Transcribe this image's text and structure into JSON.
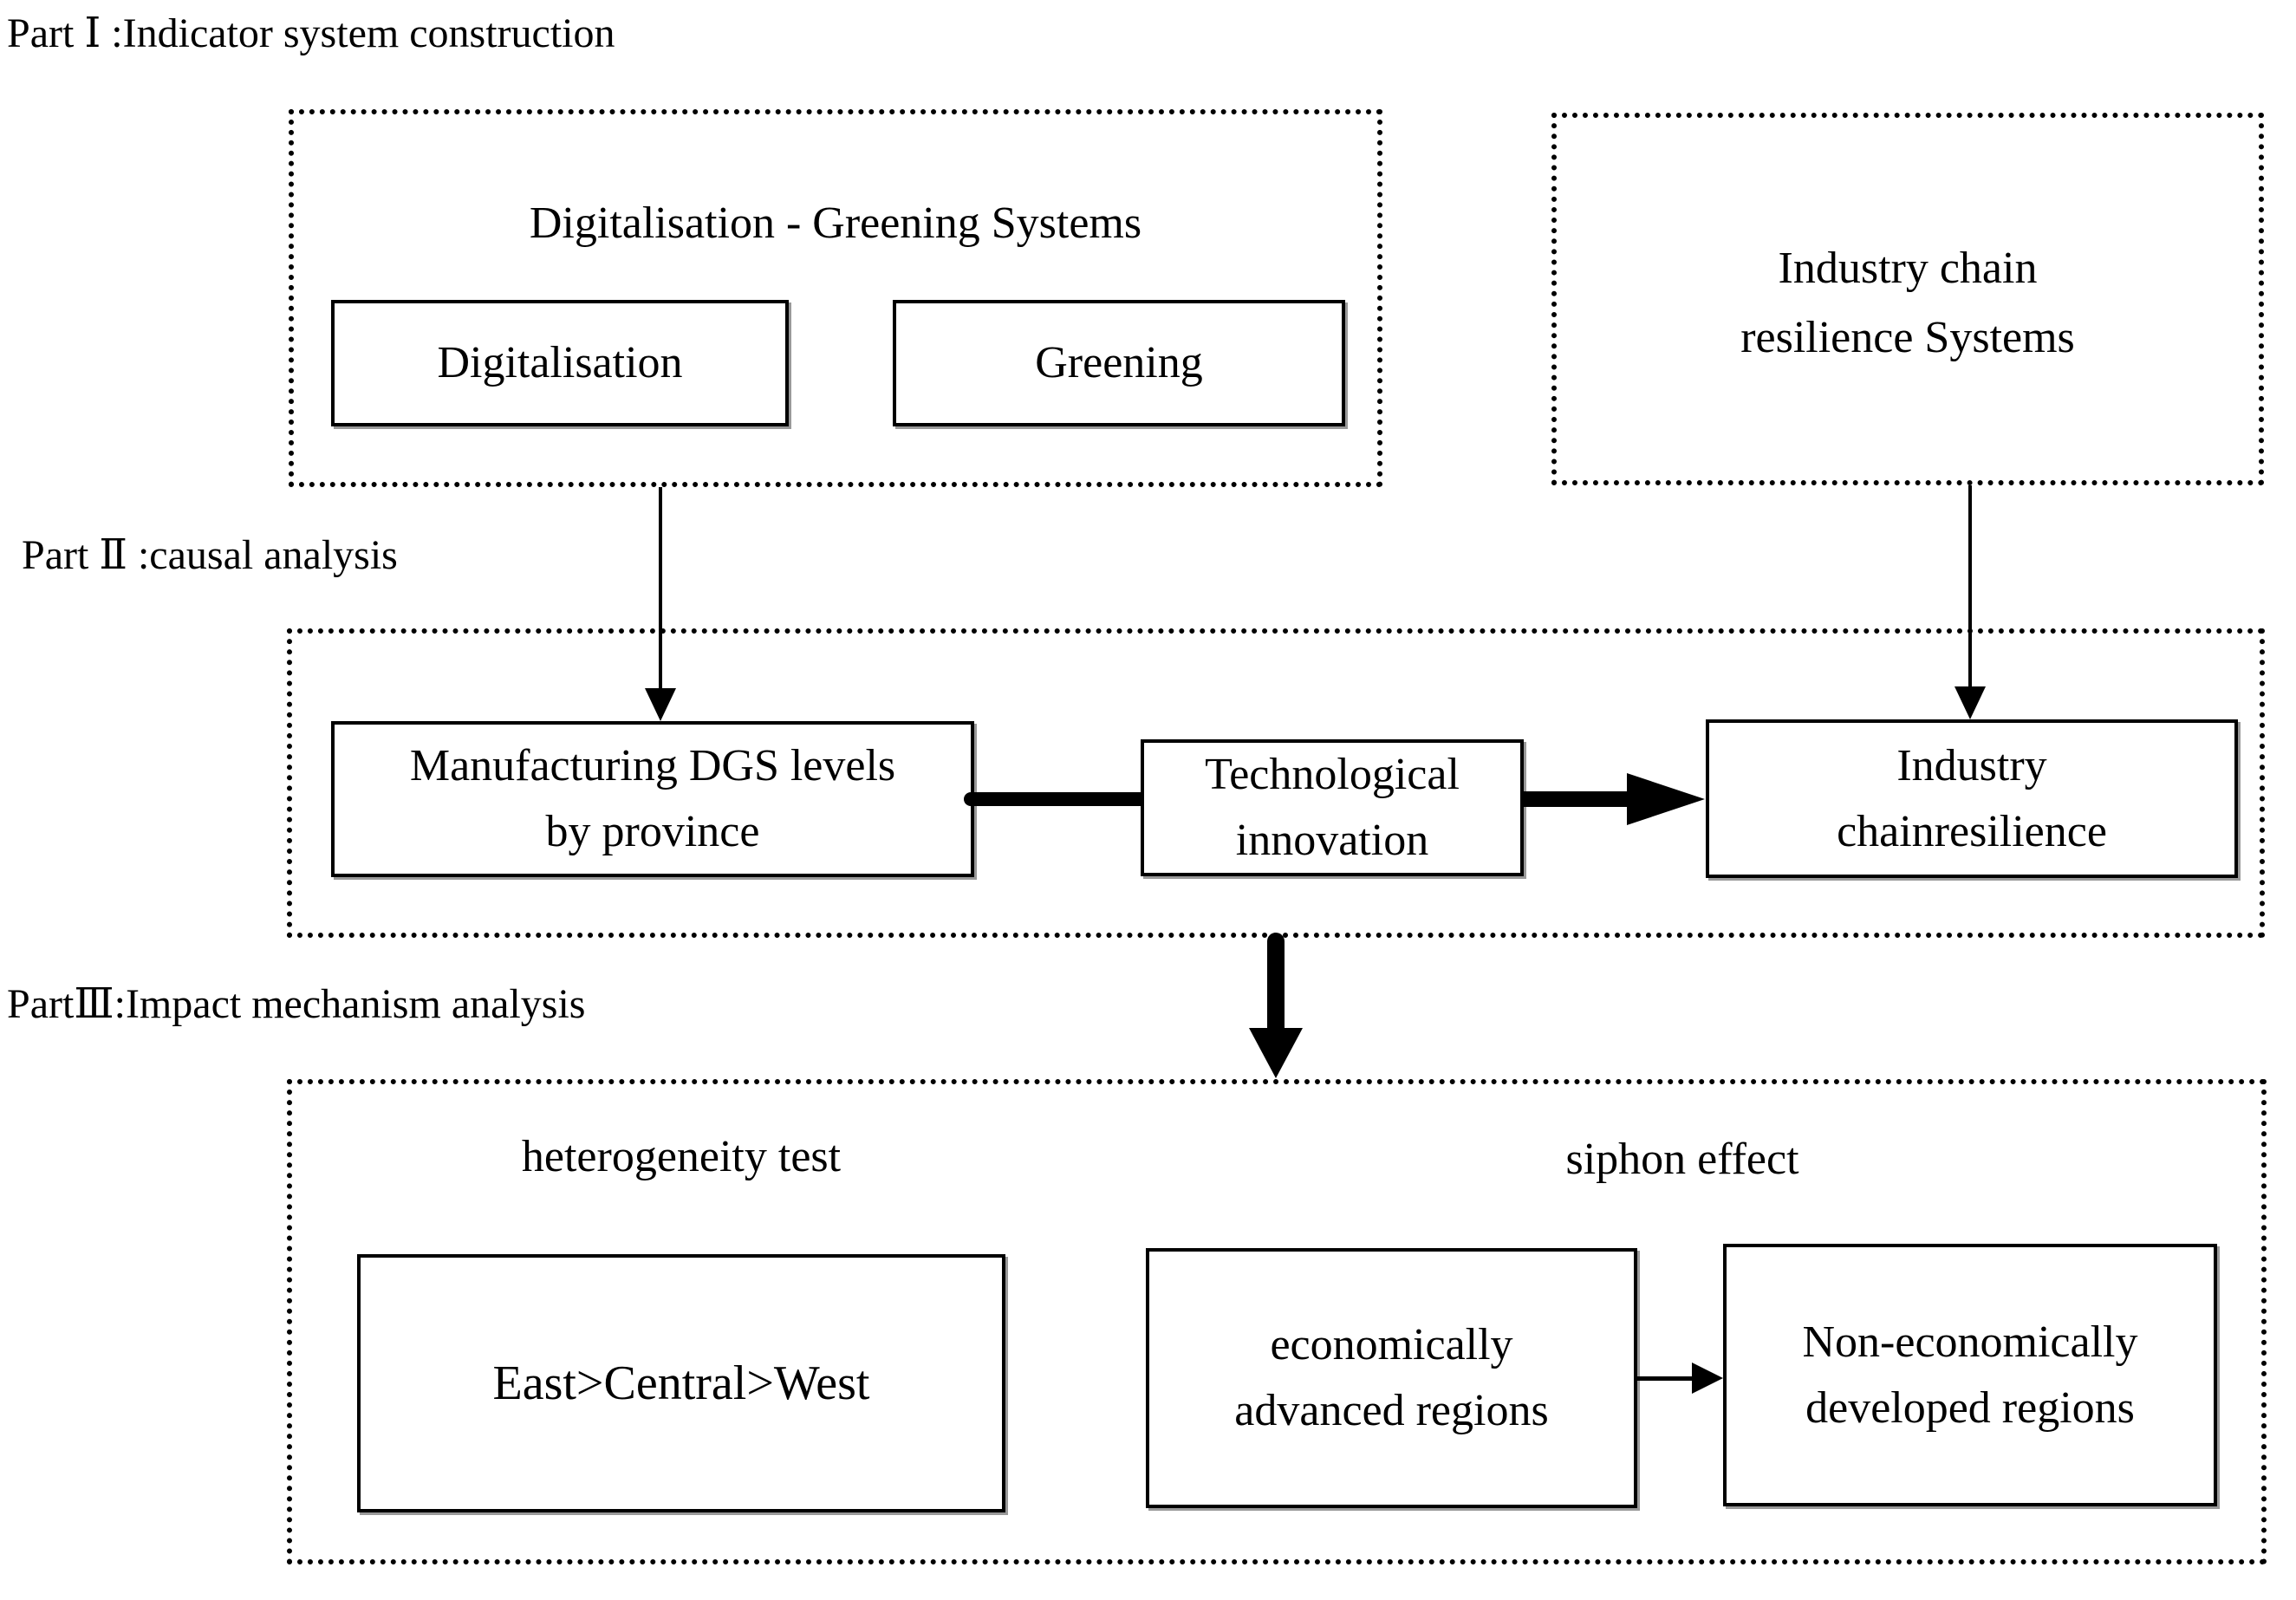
{
  "colors": {
    "ink": "#000000",
    "background": "#ffffff"
  },
  "part1": {
    "label": "Part Ⅰ :Indicator system construction",
    "dgs_group": {
      "title": "Digitalisation - Greening Systems",
      "boxes": [
        {
          "label": "Digitalisation"
        },
        {
          "label": "Greening"
        }
      ]
    },
    "icr_group": {
      "line1": "Industry chain",
      "line2": "resilience Systems"
    }
  },
  "part2": {
    "label": "Part Ⅱ :causal analysis",
    "manufacturing": {
      "line1": "Manufacturing DGS levels",
      "line2": "by province"
    },
    "technological": {
      "line1": "Technological",
      "line2": "innovation"
    },
    "industry": {
      "line1": "Industry",
      "line2": "chainresilience"
    }
  },
  "part3": {
    "label": "PartⅢ:Impact mechanism analysis",
    "heterogeneity": {
      "title": "heterogeneity test",
      "result": "East>Central>West"
    },
    "siphon": {
      "title": "siphon effect",
      "source": {
        "line1": "economically",
        "line2": "advanced regions"
      },
      "target": {
        "line1": "Non-economically",
        "line2": "developed regions"
      }
    }
  }
}
